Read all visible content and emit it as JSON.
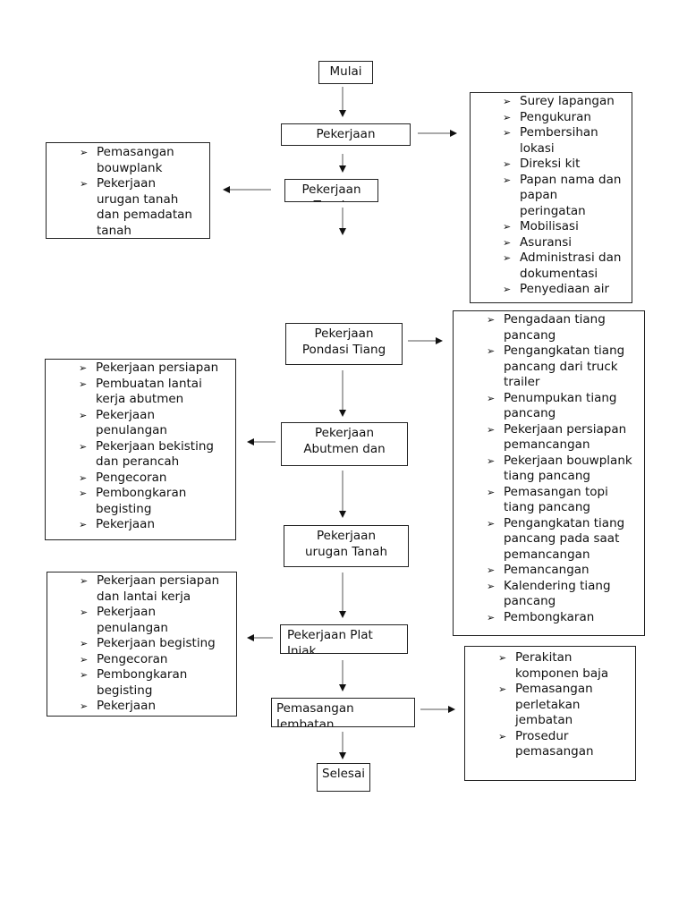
{
  "nodes": {
    "start": "Mulai",
    "pekerjaan": "Pekerjaan",
    "tanah": "Pekerjaan Tanah",
    "pondasi": "Pekerjaan Pondasi Tiang",
    "abutmen": "Pekerjaan Abutmen dan",
    "urugan": "Pekerjaan urugan Tanah",
    "plat": "Pekerjaan Plat Injak",
    "jembatan": "Pemasangan Jembatan",
    "end": "Selesai"
  },
  "lists": {
    "persiapan": [
      "Surey lapangan",
      "Pengukuran",
      "Pembersihan lokasi",
      "Direksi kit",
      "Papan nama dan papan peringatan",
      "Mobilisasi",
      "Asuransi",
      "Administrasi dan dokumentasi",
      "Penyediaan air"
    ],
    "tanah": [
      "Pemasangan bouwplank",
      "Pekerjaan urugan tanah dan pemadatan tanah"
    ],
    "pondasi": [
      "Pengadaan tiang pancang",
      "Pengangkatan tiang pancang dari truck trailer",
      "Penumpukan tiang pancang",
      "Pekerjaan persiapan pemancangan",
      "Pekerjaan bouwplank tiang pancang",
      "Pemasangan topi tiang pancang",
      "Pengangkatan tiang pancang pada saat pemancangan",
      "Pemancangan",
      "Kalendering tiang pancang",
      "Pembongkaran"
    ],
    "abutmen": [
      "Pekerjaan persiapan",
      "Pembuatan lantai kerja abutmen",
      "Pekerjaan penulangan",
      "Pekerjaan bekisting dan perancah",
      "Pengecoran",
      "Pembongkaran begisting",
      "Pekerjaan"
    ],
    "plat": [
      "Pekerjaan persiapan dan lantai kerja",
      "Pekerjaan penulangan",
      "Pekerjaan begisting",
      "Pengecoran",
      "Pembongkaran begisting",
      "Pekerjaan"
    ],
    "jembatan": [
      "Perakitan komponen baja",
      "Pemasangan perletakan jembatan",
      "Prosedur pemasangan"
    ]
  },
  "bullet_icon": "arrowhead-bullet"
}
